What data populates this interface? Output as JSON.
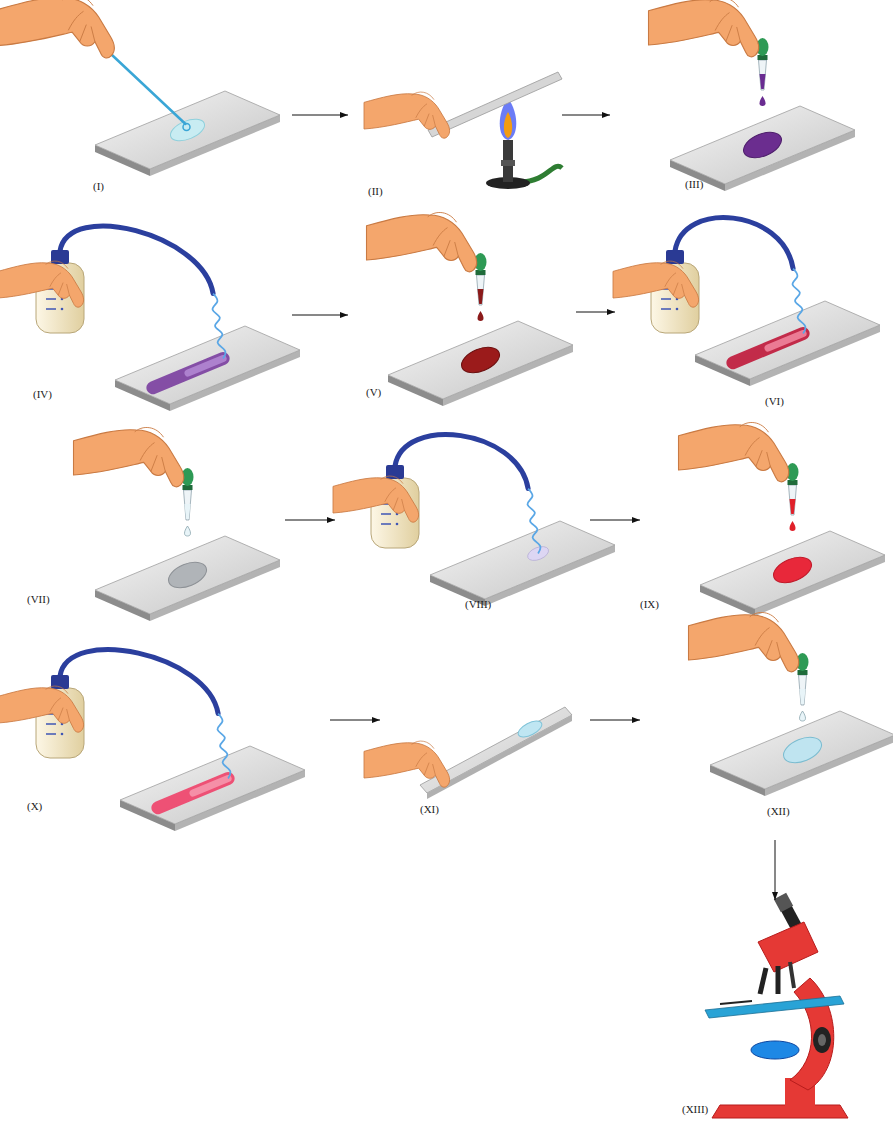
{
  "diagram": {
    "nodes": [
      {
        "text": [
          "(I)"
        ]
      },
      {
        "text": [
          "(II)"
        ]
      },
      {
        "text": [
          "(III)"
        ]
      },
      {
        "text": [
          "(IV)"
        ]
      },
      {
        "text": [
          "(V)"
        ]
      },
      {
        "text": [
          "(VI)"
        ]
      },
      {
        "text": [
          "(VII)"
        ]
      },
      {
        "text": [
          "(VIII)"
        ]
      },
      {
        "text": [
          "(IX)"
        ]
      },
      {
        "text": [
          "(X)"
        ]
      },
      {
        "text": [
          "(XI)"
        ]
      },
      {
        "text": [
          "(XII)"
        ]
      },
      {
        "text": [
          "(XIII)"
        ]
      }
    ],
    "edges": [
      {
        "from": 0,
        "to": 1,
        "arrow": "to"
      },
      {
        "from": 1,
        "to": 2,
        "arrow": "to"
      },
      {
        "from": 3,
        "to": 4,
        "arrow": "to"
      },
      {
        "from": 4,
        "to": 5,
        "arrow": "to"
      },
      {
        "from": 6,
        "to": 7,
        "arrow": "to"
      },
      {
        "from": 7,
        "to": 8,
        "arrow": "to"
      },
      {
        "from": 9,
        "to": 10,
        "arrow": "to"
      },
      {
        "from": 10,
        "to": 11,
        "arrow": "to"
      },
      {
        "from": 11,
        "to": 12,
        "arrow": "to"
      }
    ]
  }
}
